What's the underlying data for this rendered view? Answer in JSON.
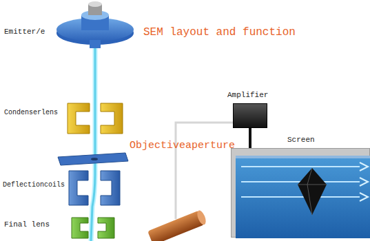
{
  "diagram": {
    "title": "SEM layout and function",
    "nodes": [
      {
        "text": [
          "Amplifier"
        ]
      },
      {
        "text": [
          "Screen"
        ]
      }
    ],
    "edges": [
      {
        "from": 0,
        "to": 1,
        "arrow": "none"
      }
    ],
    "labels": [
      "Emitter/e",
      "Condenserlens",
      "Objectiveaperture",
      "Deflectioncoils",
      "Final lens"
    ]
  }
}
